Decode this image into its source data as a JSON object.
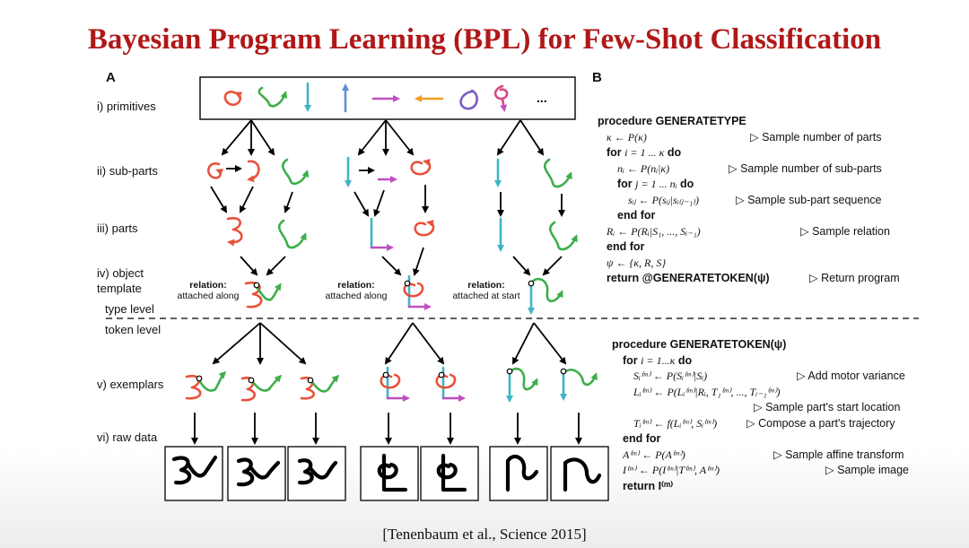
{
  "title": "Bayesian Program Learning (BPL) for Few-Shot Classification",
  "panel_a": "A",
  "panel_b": "B",
  "row_labels": {
    "primitives": "i) primitives",
    "subparts": "ii) sub-parts",
    "parts": "iii) parts",
    "object_template_1": "iv) object",
    "object_template_2": "template",
    "type_level": "type level",
    "token_level": "token level",
    "exemplars": "v) exemplars",
    "raw_data": "vi) raw data"
  },
  "relations": [
    {
      "head": "relation:",
      "text": "attached along"
    },
    {
      "head": "relation:",
      "text": "attached along"
    },
    {
      "head": "relation:",
      "text": "attached at start"
    }
  ],
  "primitives_more": "...",
  "colors": {
    "title": "#b01818",
    "red": "#e8513a",
    "green": "#3dae4a",
    "cyan": "#3fb4c6",
    "blue": "#5b8fd6",
    "magenta": "#c04fc2",
    "orange": "#f0a020",
    "purple": "#7b5bc4"
  },
  "type_proc": {
    "l0": "procedure GENERATETYPE",
    "l1": "κ ← P(κ)",
    "c1": "▷ Sample number of parts",
    "l2a": "for",
    "l2b": "i = 1 ... κ",
    "l2c": "do",
    "l3": "nᵢ ← P(nᵢ|κ)",
    "c3": "▷ Sample number of sub-parts",
    "l4a": "for",
    "l4b": "j = 1 ... nᵢ",
    "l4c": "do",
    "l5": "sᵢⱼ ← P(sᵢⱼ|sᵢ₍ⱼ₋₁₎)",
    "c5": "▷ Sample sub-part sequence",
    "l6": "end for",
    "l7": "Rᵢ ← P(Rᵢ|S₁, ..., Sᵢ₋₁)",
    "c7": "▷ Sample relation",
    "l8": "end for",
    "l9": "ψ ← {κ, R, S}",
    "l10a": "return @GENERATETOKEN(ψ)",
    "c10": "▷ Return program"
  },
  "token_proc": {
    "l0": "procedure GENERATETOKEN(ψ)",
    "l1a": "for",
    "l1b": "i = 1...κ",
    "l1c": "do",
    "l2": "Sᵢ⁽ᵐ⁾ ← P(Sᵢ⁽ᵐ⁾|Sᵢ)",
    "c2": "▷ Add motor variance",
    "l3": "Lᵢ⁽ᵐ⁾ ← P(Lᵢ⁽ᵐ⁾|Rᵢ, T₁⁽ᵐ⁾, ..., Tᵢ₋₁⁽ᵐ⁾)",
    "c3": "▷ Sample part's start location",
    "l4": "Tᵢ⁽ᵐ⁾ ← f(Lᵢ⁽ᵐ⁾, Sᵢ⁽ᵐ⁾)",
    "c4": "▷ Compose a part's trajectory",
    "l5": "end for",
    "l6": "A⁽ᵐ⁾ ← P(A⁽ᵐ⁾)",
    "c6": "▷ Sample affine transform",
    "l7": "I⁽ᵐ⁾ ← P(I⁽ᵐ⁾|T⁽ᵐ⁾, A⁽ᵐ⁾)",
    "c7": "▷ Sample image",
    "l8": "return I⁽ᵐ⁾"
  },
  "citation": "[Tenenbaum et al., Science 2015]"
}
